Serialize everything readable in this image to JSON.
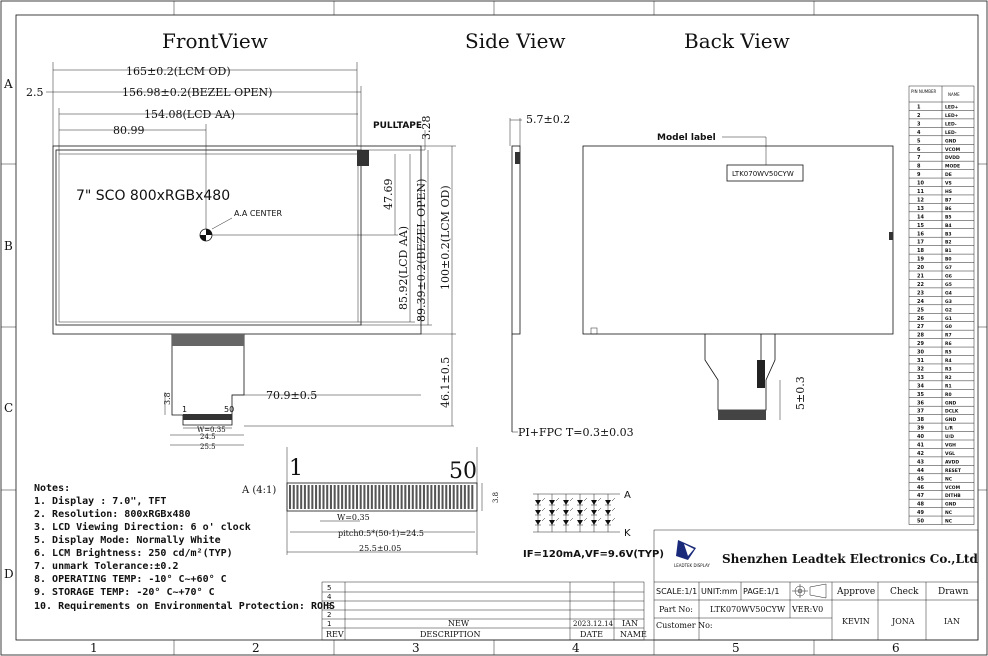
{
  "views": {
    "front": "FrontView",
    "side": "Side View",
    "back": "Back View"
  },
  "grid": {
    "cols": [
      "1",
      "2",
      "3",
      "4",
      "5",
      "6"
    ],
    "rows": [
      "A",
      "B",
      "C",
      "D"
    ]
  },
  "front": {
    "dim_lcm_od": "165±0.2(LCM OD)",
    "dim_bezel_open": "156.98±0.2(BEZEL OPEN)",
    "dim_lcd_aa": "154.08(LCD AA)",
    "dim_8099": "80.99",
    "dim_25": "2.5",
    "pulltape": "PULLTAPE",
    "dim_328": "3.28",
    "dim_4769": "47.69",
    "dim_8592": "85.92(LCD AA)",
    "dim_8939": "89.39±0.2(BEZEL OPEN)",
    "dim_100": "100±0.2(LCM OD)",
    "display_label": "7\" SCO 800xRGBx480",
    "aa_center": "A.A CENTER",
    "dim_709": "70.9±0.5",
    "dim_461": "46.1±0.5",
    "dim_38": "3.8",
    "pin_1": "1",
    "pin_50": "50",
    "dim_w035": "W=0.35",
    "dim_245": "24.5",
    "dim_255": "25.5"
  },
  "side": {
    "dim_57": "5.7±0.2",
    "dim_pi_fpc": "PI+FPC T=0.3±0.03"
  },
  "back": {
    "model_label_title": "Model label",
    "model_label_value": "LTK070WV50CYW",
    "dim_5": "5±0.3"
  },
  "detail": {
    "title": "A (4:1)",
    "pin_1": "1",
    "pin_50": "50",
    "dim_38": "3.8",
    "dim_w": "W=0.35",
    "dim_pitch": "pitch0.5*(50-1)=24.5",
    "dim_width": "25.5±0.05"
  },
  "led": {
    "anode": "A",
    "cathode": "K",
    "spec": "IF=120mA,VF=9.6V(TYP)"
  },
  "notes": {
    "title": "Notes:",
    "items": [
      "1. Display : 7.0\",  TFT",
      "2. Resolution: 800xRGBx480",
      "3. LCD Viewing Direction: 6 o' clock",
      "5. Display Mode: Normally White",
      "6. LCM Brightness: 250 cd/m²(TYP)",
      "7. unmark Tolerance:±0.2",
      "8. OPERATING TEMP: -10° C~+60° C",
      "9. STORAGE TEMP: -20° C~+70° C",
      "10. Requirements on Environmental Protection: ROHS"
    ]
  },
  "pin_table": {
    "header_no": "PIN NUMBER",
    "header_name": "NAME",
    "rows": [
      [
        "1",
        "LED+"
      ],
      [
        "2",
        "LED+"
      ],
      [
        "3",
        "LED-"
      ],
      [
        "4",
        "LED-"
      ],
      [
        "5",
        "GND"
      ],
      [
        "6",
        "VCOM"
      ],
      [
        "7",
        "DVDD"
      ],
      [
        "8",
        "MODE"
      ],
      [
        "9",
        "DE"
      ],
      [
        "10",
        "VS"
      ],
      [
        "11",
        "HS"
      ],
      [
        "12",
        "B7"
      ],
      [
        "13",
        "B6"
      ],
      [
        "14",
        "B5"
      ],
      [
        "15",
        "B4"
      ],
      [
        "16",
        "B3"
      ],
      [
        "17",
        "B2"
      ],
      [
        "18",
        "B1"
      ],
      [
        "19",
        "B0"
      ],
      [
        "20",
        "G7"
      ],
      [
        "21",
        "G6"
      ],
      [
        "22",
        "G5"
      ],
      [
        "23",
        "G4"
      ],
      [
        "24",
        "G3"
      ],
      [
        "25",
        "G2"
      ],
      [
        "26",
        "G1"
      ],
      [
        "27",
        "G0"
      ],
      [
        "28",
        "R7"
      ],
      [
        "29",
        "R6"
      ],
      [
        "30",
        "R5"
      ],
      [
        "31",
        "R4"
      ],
      [
        "32",
        "R3"
      ],
      [
        "33",
        "R2"
      ],
      [
        "34",
        "R1"
      ],
      [
        "35",
        "R0"
      ],
      [
        "36",
        "GND"
      ],
      [
        "37",
        "DCLK"
      ],
      [
        "38",
        "GND"
      ],
      [
        "39",
        "L/R"
      ],
      [
        "40",
        "U/D"
      ],
      [
        "41",
        "VGH"
      ],
      [
        "42",
        "VGL"
      ],
      [
        "43",
        "AVDD"
      ],
      [
        "44",
        "RESET"
      ],
      [
        "45",
        "NC"
      ],
      [
        "46",
        "VCOM"
      ],
      [
        "47",
        "DITHB"
      ],
      [
        "48",
        "GND"
      ],
      [
        "49",
        "NC"
      ],
      [
        "50",
        "NC"
      ]
    ]
  },
  "title_block": {
    "company": "Shenzhen Leadtek Electronics Co.,Ltd",
    "logo_text": "LEADTEK DISPLAY",
    "scale": "SCALE:1/1",
    "unit": "UNIT:mm",
    "page": "PAGE:1/1",
    "approve": "Approve",
    "check": "Check",
    "drawn": "Drawn",
    "part_no_label": "Part No:",
    "part_no": "LTK070WV50CYW",
    "ver": "VER:V0",
    "customer_label": "Customer No:",
    "approve_name": "KEVIN",
    "check_name": "JONA",
    "drawn_name": "IAN"
  },
  "rev_table": {
    "new": "NEW",
    "date": "2023.12.14",
    "by": "IAN",
    "rev_h": "REV",
    "desc_h": "DESCRIPTION",
    "date_h": "DATE",
    "name_h": "NAME"
  }
}
